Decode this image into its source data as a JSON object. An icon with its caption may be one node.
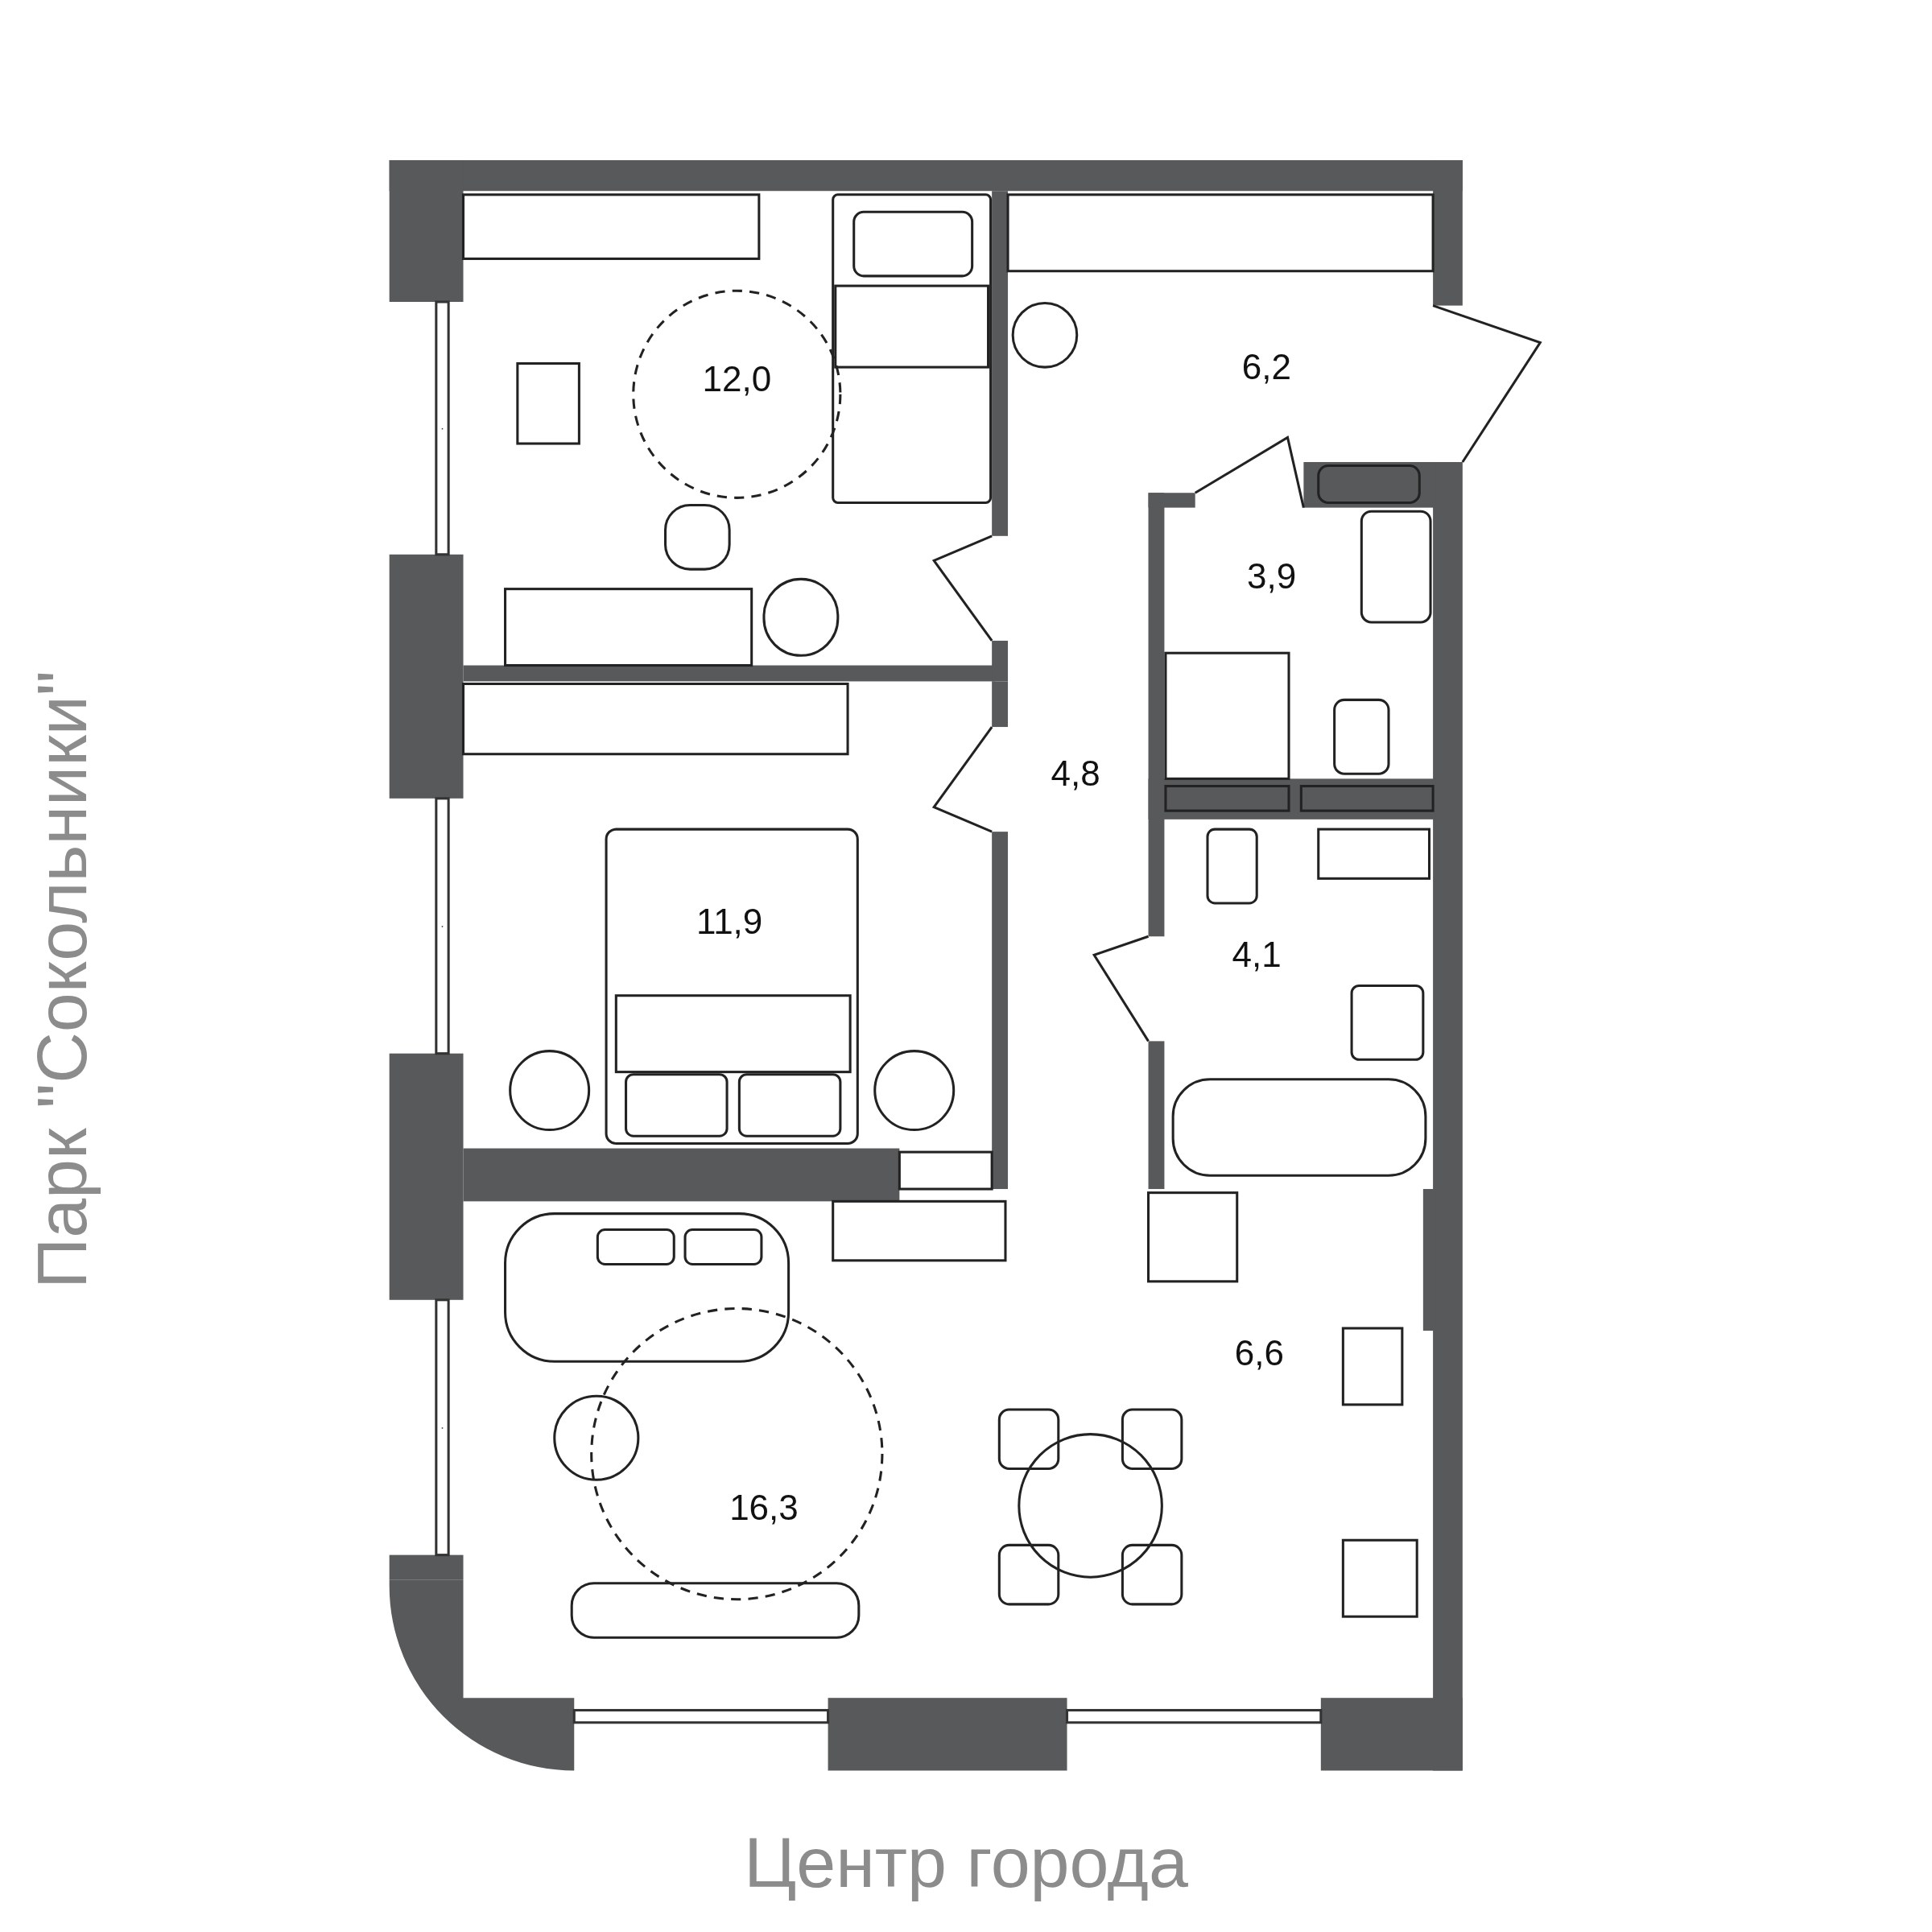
{
  "diagram": {
    "nodes": [
      {
        "text": [
          "12,0"
        ]
      },
      {
        "text": [
          "6,2"
        ]
      },
      {
        "text": [
          "3,9"
        ]
      },
      {
        "text": [
          "4,8"
        ]
      },
      {
        "text": [
          "11,9"
        ]
      },
      {
        "text": [
          "4,1"
        ]
      },
      {
        "text": [
          "6,6"
        ]
      },
      {
        "text": [
          "16,3"
        ]
      }
    ],
    "labels": [
      "Парк \"Сокольники\"",
      "Центр города"
    ]
  }
}
